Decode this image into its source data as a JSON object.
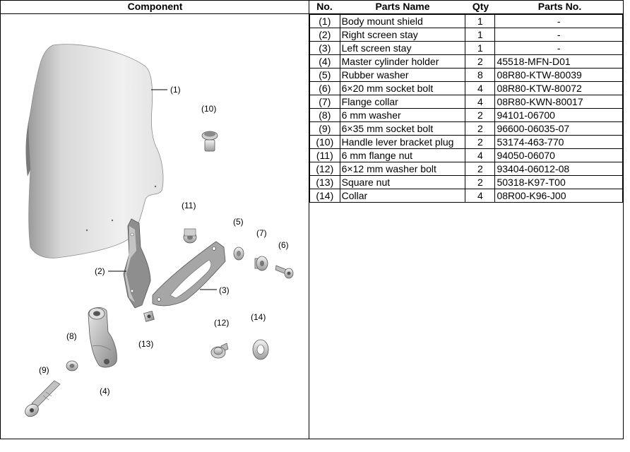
{
  "header": {
    "component": "Component",
    "no": "No.",
    "parts_name": "Parts Name",
    "qty": "Qty",
    "parts_no": "Parts No."
  },
  "parts": [
    {
      "no": "(1)",
      "name": "Body mount shield",
      "qty": "1",
      "part_no": "-"
    },
    {
      "no": "(2)",
      "name": "Right screen stay",
      "qty": "1",
      "part_no": "-"
    },
    {
      "no": "(3)",
      "name": "Left screen stay",
      "qty": "1",
      "part_no": "-"
    },
    {
      "no": "(4)",
      "name": "Master cylinder holder",
      "qty": "2",
      "part_no": "45518-MFN-D01"
    },
    {
      "no": "(5)",
      "name": "Rubber washer",
      "qty": "8",
      "part_no": "08R80-KTW-80039"
    },
    {
      "no": "(6)",
      "name": "6×20 mm socket bolt",
      "qty": "4",
      "part_no": "08R80-KTW-80072"
    },
    {
      "no": "(7)",
      "name": "Flange collar",
      "qty": "4",
      "part_no": "08R80-KWN-80017"
    },
    {
      "no": "(8)",
      "name": "6 mm washer",
      "qty": "2",
      "part_no": "94101-06700"
    },
    {
      "no": "(9)",
      "name": "6×35 mm socket bolt",
      "qty": "2",
      "part_no": "96600-06035-07"
    },
    {
      "no": "(10)",
      "name": "Handle lever bracket plug",
      "qty": "2",
      "part_no": "53174-463-770"
    },
    {
      "no": "(11)",
      "name": "6 mm flange nut",
      "qty": "4",
      "part_no": "94050-06070"
    },
    {
      "no": "(12)",
      "name": "6×12 mm washer bolt",
      "qty": "2",
      "part_no": "93404-06012-08"
    },
    {
      "no": "(13)",
      "name": "Square nut",
      "qty": "2",
      "part_no": "50318-K97-T00"
    },
    {
      "no": "(14)",
      "name": "Collar",
      "qty": "4",
      "part_no": "08R00-K96-J00"
    }
  ],
  "callouts": {
    "c1": "(1)",
    "c2": "(2)",
    "c3": "(3)",
    "c4": "(4)",
    "c5": "(5)",
    "c6": "(6)",
    "c7": "(7)",
    "c8": "(8)",
    "c9": "(9)",
    "c10": "(10)",
    "c11": "(11)",
    "c12": "(12)",
    "c13": "(13)",
    "c14": "(14)"
  }
}
